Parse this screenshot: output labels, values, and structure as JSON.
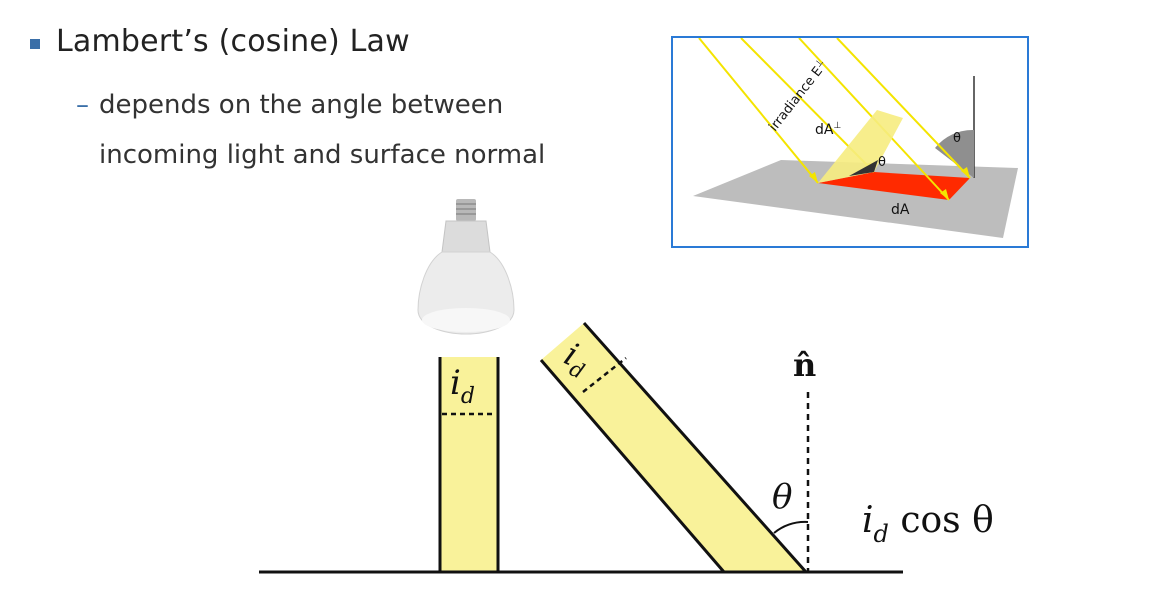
{
  "slide": {
    "heading": "Lambert’s (cosine) Law",
    "bullet_sub_line1": "depends on the angle between",
    "bullet_sub_line2": "incoming light and surface normal",
    "dash": "–"
  },
  "inset_figure": {
    "irradiance_label": "irradiance E",
    "irradiance_sup": "⊥",
    "dA_perp_label": "dA",
    "dA_perp_sup": "⊥",
    "theta_ray_label": "θ",
    "theta_normal_label": "θ",
    "dA_label": "dA",
    "colors": {
      "ray": "#f4e400",
      "patch": "#ff2a00",
      "plane": "#bdbdbd",
      "border": "#2a7ad6"
    }
  },
  "main_figure": {
    "i_d_base": "i",
    "i_d_sub": "d",
    "normal_label": "n̂",
    "theta_label": "θ",
    "result_base": "i",
    "result_sub": "d",
    "result_rest": " cos θ",
    "colors": {
      "beam": "#f9f29a",
      "stroke": "#111111"
    }
  }
}
